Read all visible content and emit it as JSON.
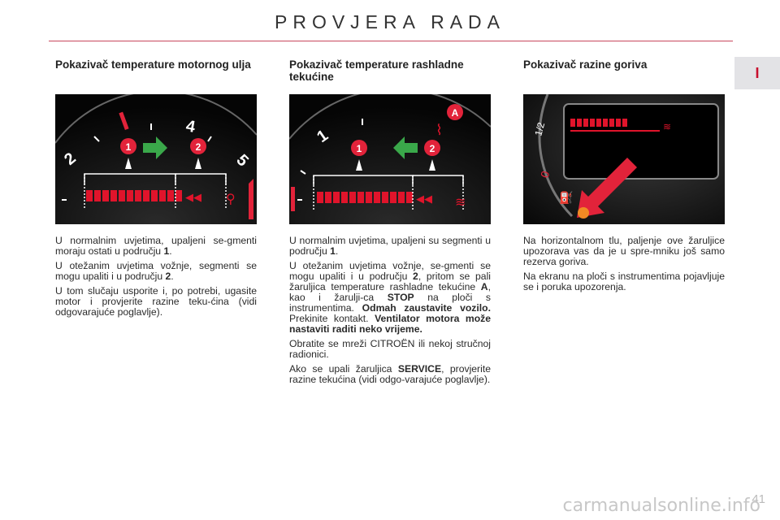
{
  "page": {
    "title": "PROVJERA RADA",
    "chapter_tab": "I",
    "page_number": "41",
    "watermark": "carmanualsonline.info"
  },
  "columns": [
    {
      "heading": "Pokazivač temperature motornog ulja",
      "image": {
        "markers": [
          "1",
          "2"
        ]
      },
      "paragraphs": [
        [
          "U normalnim uvjetima, upaljeni se-gmenti moraju ostati u području ",
          "1",
          "."
        ],
        [
          "U otežanim uvjetima vožnje, segmenti se mogu upaliti i u području ",
          "2",
          "."
        ],
        [
          "U tom slučaju usporite i, po potrebi, ugasite motor i provjerite razine teku-ćina (vidi odgovarajuće poglavlje)."
        ]
      ]
    },
    {
      "heading": "Pokazivač temperature rashladne tekućine",
      "image": {
        "markers": [
          "1",
          "2",
          "A"
        ]
      },
      "p1": [
        "U normalnim uvjetima, upaljeni su segmenti u području ",
        "1",
        "."
      ],
      "p2": [
        "U otežanim uvjetima vožnje, se-gmenti se mogu upaliti i u području ",
        "2",
        ", pritom se pali žaruljica temperature rashladne tekućine ",
        "A",
        ", kao i žarulji-ca ",
        "STOP",
        " na ploči s instrumentima. ",
        "Odmah zaustavite vozilo.",
        " Prekinite kontakt. ",
        "Ventilator motora može nastaviti raditi neko vrijeme."
      ],
      "p3": "Obratite se mreži CITROËN ili nekoj stručnoj radionici.",
      "p4": [
        "Ako se upali žaruljica ",
        "SERVICE",
        ", provjerite razine tekućina (vidi odgo-varajuće poglavlje)."
      ]
    },
    {
      "heading": "Pokazivač razine goriva",
      "image": {
        "markers": []
      },
      "paragraphs": [
        "Na horizontalnom tlu, paljenje ove žaruljice upozorava vas da je u spre-mniku još samo rezerva goriva.",
        "Na ekranu na ploči s instrumentima pojavljuje se i poruka upozorenja."
      ]
    }
  ],
  "colors": {
    "accent_red": "#c8102e",
    "marker_red": "#e2233a",
    "arrow_green": "#3aa84a",
    "segment_red": "#e0142b",
    "warning_orange": "#f08a24"
  }
}
